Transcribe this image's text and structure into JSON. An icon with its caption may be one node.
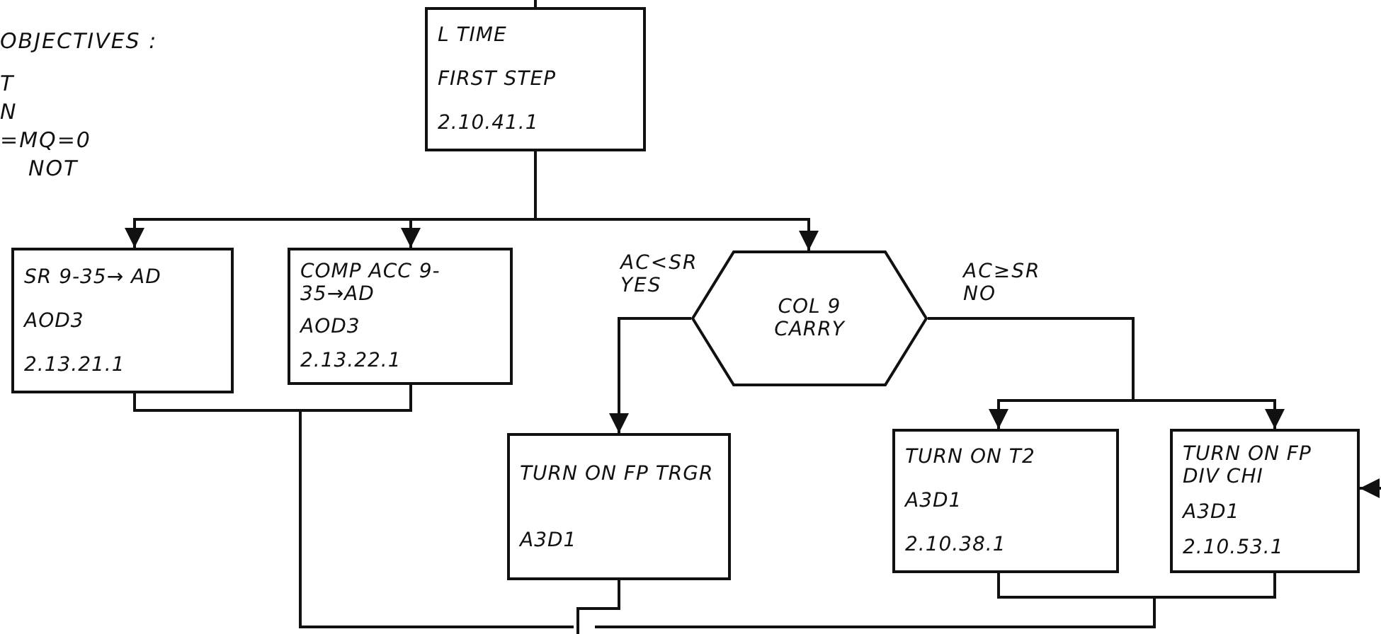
{
  "diagram": {
    "nodes": [
      {
        "text": [
          "L TIME",
          "FIRST STEP",
          "2.10.41.1"
        ]
      },
      {
        "text": [
          "SR 9-35→ AD",
          "AOD3",
          "2.13.21.1"
        ]
      },
      {
        "text": [
          "COMP ACC 9-35→AD",
          "AOD3",
          "2.13.22.1"
        ]
      },
      {
        "text": [
          "COL 9 CARRY"
        ]
      },
      {
        "text": [
          "TURN ON FP TRGR",
          "A3D1"
        ]
      },
      {
        "text": [
          "TURN ON T2",
          "A3D1",
          "2.10.38.1"
        ]
      },
      {
        "text": [
          "TURN ON FP DIV CHI",
          "A3D1",
          "2.10.53.1"
        ]
      }
    ],
    "edges": [
      {
        "from": null,
        "to": 0,
        "arrow": "none"
      },
      {
        "from": 0,
        "to": 1,
        "arrow": "to"
      },
      {
        "from": 0,
        "to": 2,
        "arrow": "to"
      },
      {
        "from": 0,
        "to": 3,
        "arrow": "to"
      },
      {
        "from": 3,
        "to": 4,
        "label": "AC<SR YES",
        "arrow": "to"
      },
      {
        "from": 3,
        "to": 5,
        "label": "AC≥SR NO",
        "arrow": "to"
      },
      {
        "from": 3,
        "to": 6,
        "arrow": "to"
      },
      {
        "from": 1,
        "to": null,
        "arrow": "none"
      },
      {
        "from": 2,
        "to": null,
        "arrow": "none"
      },
      {
        "from": 4,
        "to": null,
        "arrow": "none"
      },
      {
        "from": 5,
        "to": null,
        "arrow": "none"
      },
      {
        "from": 6,
        "to": null,
        "arrow": "none"
      },
      {
        "from": null,
        "to": 6,
        "arrow": "to"
      }
    ],
    "labels": [
      "OBJECTIVES :",
      "T",
      "N",
      "=MQ=0",
      "NOT"
    ]
  }
}
